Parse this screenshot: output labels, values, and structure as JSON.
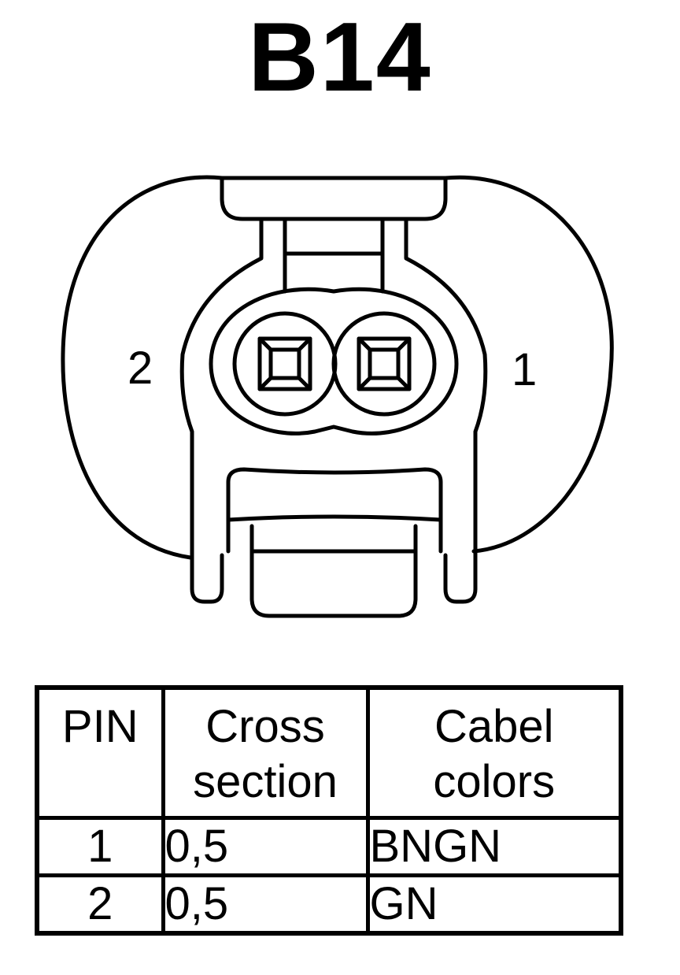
{
  "title": "B14",
  "connector": {
    "pin_labels": {
      "left": "2",
      "right": "1"
    }
  },
  "table": {
    "headers": {
      "pin": "PIN",
      "cross_section": [
        "Cross",
        "section"
      ],
      "cable_colors": [
        "Cabel",
        "colors"
      ]
    },
    "rows": [
      {
        "pin": "1",
        "cross_section": "0,5",
        "color": "BNGN"
      },
      {
        "pin": "2",
        "cross_section": "0,5",
        "color": "GN"
      }
    ]
  }
}
